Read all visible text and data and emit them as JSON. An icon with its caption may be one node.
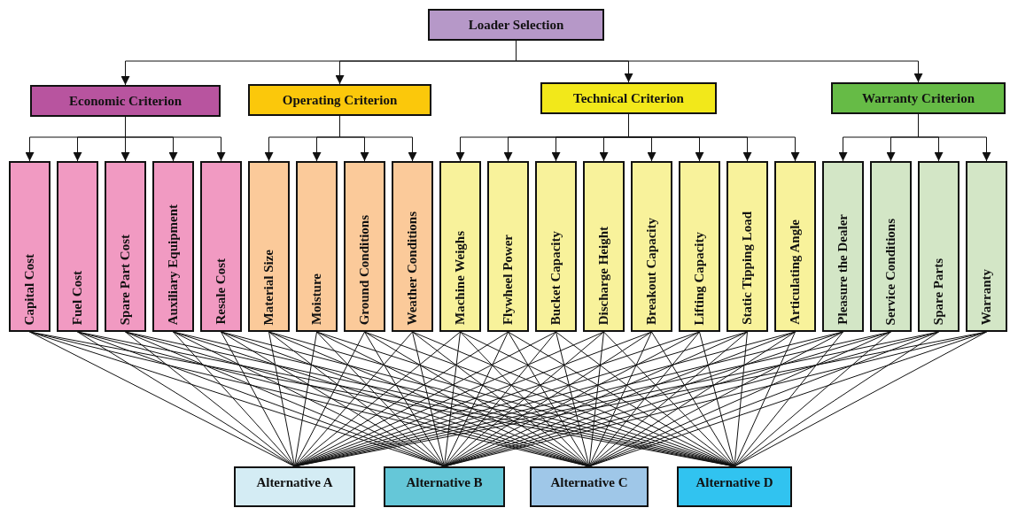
{
  "diagram": {
    "nodes": [
      {
        "text": [
          "Loader Selection"
        ]
      },
      {
        "text": [
          "Economic Criterion"
        ]
      },
      {
        "text": [
          "Operating Criterion"
        ]
      },
      {
        "text": [
          "Technical Criterion"
        ]
      },
      {
        "text": [
          "Warranty Criterion"
        ]
      },
      {
        "text": [
          "Capital Cost"
        ]
      },
      {
        "text": [
          "Fuel Cost"
        ]
      },
      {
        "text": [
          "Spare Part Cost"
        ]
      },
      {
        "text": [
          "Auxiliary Equipment"
        ]
      },
      {
        "text": [
          "Resale Cost"
        ]
      },
      {
        "text": [
          "Material Size"
        ]
      },
      {
        "text": [
          "Moisture"
        ]
      },
      {
        "text": [
          "Ground Conditions"
        ]
      },
      {
        "text": [
          "Weather Conditions"
        ]
      },
      {
        "text": [
          "Machine Weighs"
        ]
      },
      {
        "text": [
          "Flywheel Power"
        ]
      },
      {
        "text": [
          "Bucket Capacity"
        ]
      },
      {
        "text": [
          "Discharge Height"
        ]
      },
      {
        "text": [
          "Breakout Capacity"
        ]
      },
      {
        "text": [
          "Lifting Capacity"
        ]
      },
      {
        "text": [
          "Static Tipping Load"
        ]
      },
      {
        "text": [
          "Articulating Angle"
        ]
      },
      {
        "text": [
          "Pleasure the Dealer"
        ]
      },
      {
        "text": [
          "Service Conditions"
        ]
      },
      {
        "text": [
          "Spare Parts"
        ]
      },
      {
        "text": [
          "Warranty"
        ]
      },
      {
        "text": [
          "Alternative A"
        ]
      },
      {
        "text": [
          "Alternative B"
        ]
      },
      {
        "text": [
          "Alternative C"
        ]
      },
      {
        "text": [
          "Alternative D"
        ]
      }
    ],
    "edges": [
      {
        "from": 0,
        "to": 1,
        "arrow": "to"
      },
      {
        "from": 0,
        "to": 2,
        "arrow": "to"
      },
      {
        "from": 0,
        "to": 3,
        "arrow": "to"
      },
      {
        "from": 0,
        "to": 4,
        "arrow": "to"
      },
      {
        "from": 1,
        "to": 5,
        "arrow": "to"
      },
      {
        "from": 1,
        "to": 6,
        "arrow": "to"
      },
      {
        "from": 1,
        "to": 7,
        "arrow": "to"
      },
      {
        "from": 1,
        "to": 8,
        "arrow": "to"
      },
      {
        "from": 1,
        "to": 9,
        "arrow": "to"
      },
      {
        "from": 2,
        "to": 10,
        "arrow": "to"
      },
      {
        "from": 2,
        "to": 11,
        "arrow": "to"
      },
      {
        "from": 2,
        "to": 12,
        "arrow": "to"
      },
      {
        "from": 2,
        "to": 13,
        "arrow": "to"
      },
      {
        "from": 3,
        "to": 14,
        "arrow": "to"
      },
      {
        "from": 3,
        "to": 15,
        "arrow": "to"
      },
      {
        "from": 3,
        "to": 16,
        "arrow": "to"
      },
      {
        "from": 3,
        "to": 17,
        "arrow": "to"
      },
      {
        "from": 3,
        "to": 18,
        "arrow": "to"
      },
      {
        "from": 3,
        "to": 19,
        "arrow": "to"
      },
      {
        "from": 3,
        "to": 20,
        "arrow": "to"
      },
      {
        "from": 3,
        "to": 21,
        "arrow": "to"
      },
      {
        "from": 4,
        "to": 22,
        "arrow": "to"
      },
      {
        "from": 4,
        "to": 23,
        "arrow": "to"
      },
      {
        "from": 4,
        "to": 24,
        "arrow": "to"
      },
      {
        "from": 4,
        "to": 25,
        "arrow": "to"
      },
      {
        "from": 5,
        "to": 26,
        "arrow": "none"
      },
      {
        "from": 5,
        "to": 27,
        "arrow": "none"
      },
      {
        "from": 5,
        "to": 28,
        "arrow": "none"
      },
      {
        "from": 5,
        "to": 29,
        "arrow": "none"
      },
      {
        "from": 6,
        "to": 26,
        "arrow": "none"
      },
      {
        "from": 6,
        "to": 27,
        "arrow": "none"
      },
      {
        "from": 6,
        "to": 28,
        "arrow": "none"
      },
      {
        "from": 6,
        "to": 29,
        "arrow": "none"
      },
      {
        "from": 7,
        "to": 26,
        "arrow": "none"
      },
      {
        "from": 7,
        "to": 27,
        "arrow": "none"
      },
      {
        "from": 7,
        "to": 28,
        "arrow": "none"
      },
      {
        "from": 7,
        "to": 29,
        "arrow": "none"
      },
      {
        "from": 8,
        "to": 26,
        "arrow": "none"
      },
      {
        "from": 8,
        "to": 27,
        "arrow": "none"
      },
      {
        "from": 8,
        "to": 28,
        "arrow": "none"
      },
      {
        "from": 8,
        "to": 29,
        "arrow": "none"
      },
      {
        "from": 9,
        "to": 26,
        "arrow": "none"
      },
      {
        "from": 9,
        "to": 27,
        "arrow": "none"
      },
      {
        "from": 9,
        "to": 28,
        "arrow": "none"
      },
      {
        "from": 9,
        "to": 29,
        "arrow": "none"
      },
      {
        "from": 10,
        "to": 26,
        "arrow": "none"
      },
      {
        "from": 10,
        "to": 27,
        "arrow": "none"
      },
      {
        "from": 10,
        "to": 28,
        "arrow": "none"
      },
      {
        "from": 10,
        "to": 29,
        "arrow": "none"
      },
      {
        "from": 11,
        "to": 26,
        "arrow": "none"
      },
      {
        "from": 11,
        "to": 27,
        "arrow": "none"
      },
      {
        "from": 11,
        "to": 28,
        "arrow": "none"
      },
      {
        "from": 11,
        "to": 29,
        "arrow": "none"
      },
      {
        "from": 12,
        "to": 26,
        "arrow": "none"
      },
      {
        "from": 12,
        "to": 27,
        "arrow": "none"
      },
      {
        "from": 12,
        "to": 28,
        "arrow": "none"
      },
      {
        "from": 12,
        "to": 29,
        "arrow": "none"
      },
      {
        "from": 13,
        "to": 26,
        "arrow": "none"
      },
      {
        "from": 13,
        "to": 27,
        "arrow": "none"
      },
      {
        "from": 13,
        "to": 28,
        "arrow": "none"
      },
      {
        "from": 13,
        "to": 29,
        "arrow": "none"
      },
      {
        "from": 14,
        "to": 26,
        "arrow": "none"
      },
      {
        "from": 14,
        "to": 27,
        "arrow": "none"
      },
      {
        "from": 14,
        "to": 28,
        "arrow": "none"
      },
      {
        "from": 14,
        "to": 29,
        "arrow": "none"
      },
      {
        "from": 15,
        "to": 26,
        "arrow": "none"
      },
      {
        "from": 15,
        "to": 27,
        "arrow": "none"
      },
      {
        "from": 15,
        "to": 28,
        "arrow": "none"
      },
      {
        "from": 15,
        "to": 29,
        "arrow": "none"
      },
      {
        "from": 16,
        "to": 26,
        "arrow": "none"
      },
      {
        "from": 16,
        "to": 27,
        "arrow": "none"
      },
      {
        "from": 16,
        "to": 28,
        "arrow": "none"
      },
      {
        "from": 16,
        "to": 29,
        "arrow": "none"
      },
      {
        "from": 17,
        "to": 26,
        "arrow": "none"
      },
      {
        "from": 17,
        "to": 27,
        "arrow": "none"
      },
      {
        "from": 17,
        "to": 28,
        "arrow": "none"
      },
      {
        "from": 17,
        "to": 29,
        "arrow": "none"
      },
      {
        "from": 18,
        "to": 26,
        "arrow": "none"
      },
      {
        "from": 18,
        "to": 27,
        "arrow": "none"
      },
      {
        "from": 18,
        "to": 28,
        "arrow": "none"
      },
      {
        "from": 18,
        "to": 29,
        "arrow": "none"
      },
      {
        "from": 19,
        "to": 26,
        "arrow": "none"
      },
      {
        "from": 19,
        "to": 27,
        "arrow": "none"
      },
      {
        "from": 19,
        "to": 28,
        "arrow": "none"
      },
      {
        "from": 19,
        "to": 29,
        "arrow": "none"
      },
      {
        "from": 20,
        "to": 26,
        "arrow": "none"
      },
      {
        "from": 20,
        "to": 27,
        "arrow": "none"
      },
      {
        "from": 20,
        "to": 28,
        "arrow": "none"
      },
      {
        "from": 20,
        "to": 29,
        "arrow": "none"
      },
      {
        "from": 21,
        "to": 26,
        "arrow": "none"
      },
      {
        "from": 21,
        "to": 27,
        "arrow": "none"
      },
      {
        "from": 21,
        "to": 28,
        "arrow": "none"
      },
      {
        "from": 21,
        "to": 29,
        "arrow": "none"
      },
      {
        "from": 22,
        "to": 26,
        "arrow": "none"
      },
      {
        "from": 22,
        "to": 27,
        "arrow": "none"
      },
      {
        "from": 22,
        "to": 28,
        "arrow": "none"
      },
      {
        "from": 22,
        "to": 29,
        "arrow": "none"
      },
      {
        "from": 23,
        "to": 26,
        "arrow": "none"
      },
      {
        "from": 23,
        "to": 27,
        "arrow": "none"
      },
      {
        "from": 23,
        "to": 28,
        "arrow": "none"
      },
      {
        "from": 23,
        "to": 29,
        "arrow": "none"
      },
      {
        "from": 24,
        "to": 26,
        "arrow": "none"
      },
      {
        "from": 24,
        "to": 27,
        "arrow": "none"
      },
      {
        "from": 24,
        "to": 28,
        "arrow": "none"
      },
      {
        "from": 24,
        "to": 29,
        "arrow": "none"
      },
      {
        "from": 25,
        "to": 26,
        "arrow": "none"
      },
      {
        "from": 25,
        "to": 27,
        "arrow": "none"
      },
      {
        "from": 25,
        "to": 28,
        "arrow": "none"
      },
      {
        "from": 25,
        "to": 29,
        "arrow": "none"
      }
    ]
  }
}
